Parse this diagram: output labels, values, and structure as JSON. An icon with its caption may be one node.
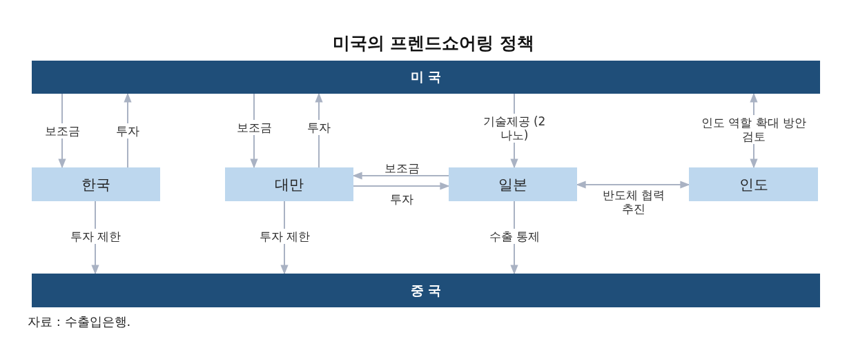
{
  "diagram": {
    "title": "미국의 프렌드쇼어링 정책",
    "caption": "자료 : 수출입은행.",
    "nodes": [
      {
        "text": [
          "미 국"
        ]
      },
      {
        "text": [
          "한국"
        ]
      },
      {
        "text": [
          "대만"
        ]
      },
      {
        "text": [
          "일본"
        ]
      },
      {
        "text": [
          "인도"
        ]
      },
      {
        "text": [
          "중 국"
        ]
      }
    ],
    "edges": [
      {
        "from": 0,
        "to": 1,
        "arrow": "to",
        "label": "보조금"
      },
      {
        "from": 1,
        "to": 0,
        "arrow": "to",
        "label": "투자"
      },
      {
        "from": 0,
        "to": 2,
        "arrow": "to",
        "label": "보조금"
      },
      {
        "from": 2,
        "to": 0,
        "arrow": "to",
        "label": "투자"
      },
      {
        "from": 3,
        "to": 2,
        "arrow": "to",
        "label": "보조금"
      },
      {
        "from": 2,
        "to": 3,
        "arrow": "to",
        "label": "투자"
      },
      {
        "from": 0,
        "to": 3,
        "arrow": "to",
        "label": "기술제공 (2나노)"
      },
      {
        "from": 4,
        "to": 0,
        "arrow": "both",
        "label": "인도 역할 확대 방안 검토"
      },
      {
        "from": 3,
        "to": 4,
        "arrow": "both",
        "label": "반도체 협력 추진"
      },
      {
        "from": 1,
        "to": 5,
        "arrow": "to",
        "label": "투자 제한"
      },
      {
        "from": 2,
        "to": 5,
        "arrow": "to",
        "label": "투자 제한"
      },
      {
        "from": 3,
        "to": 5,
        "arrow": "to",
        "label": "수출 통제"
      }
    ]
  }
}
